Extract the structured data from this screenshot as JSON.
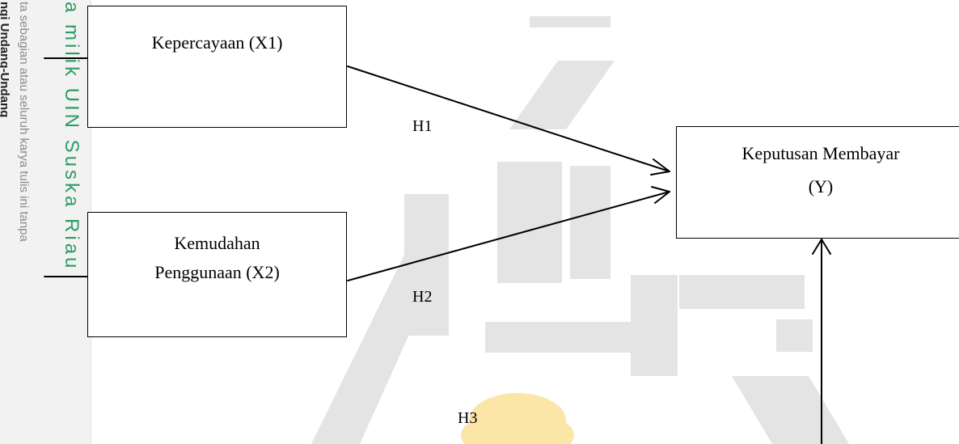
{
  "diagram": {
    "nodes": {
      "x1": {
        "label": "Kepercayaan (X1)"
      },
      "x2": {
        "line1": "Kemudahan",
        "line2": "Penggunaan (X2)"
      },
      "y": {
        "line1": "Keputusan Membayar",
        "line2": "(Y)"
      }
    },
    "hypotheses": {
      "h1": "H1",
      "h2": "H2",
      "h3": "H3"
    },
    "edges": [
      {
        "from": "x1",
        "to": "y",
        "label": "H1"
      },
      {
        "from": "x2",
        "to": "y",
        "label": "H2"
      },
      {
        "from": "x3",
        "to": "y",
        "label": "H3"
      }
    ]
  },
  "margin": {
    "bold_text": "ngi Undang-Undang",
    "faint_text": "ta sebagian atau seluruh karya tulis ini tanpa",
    "green_text": "a milik UIN Suska Riau"
  },
  "colors": {
    "watermark": "#e4e4e4",
    "watermark_gold": "#fbe6a8",
    "margin_green": "#2c9d62",
    "stroke": "#000000"
  }
}
